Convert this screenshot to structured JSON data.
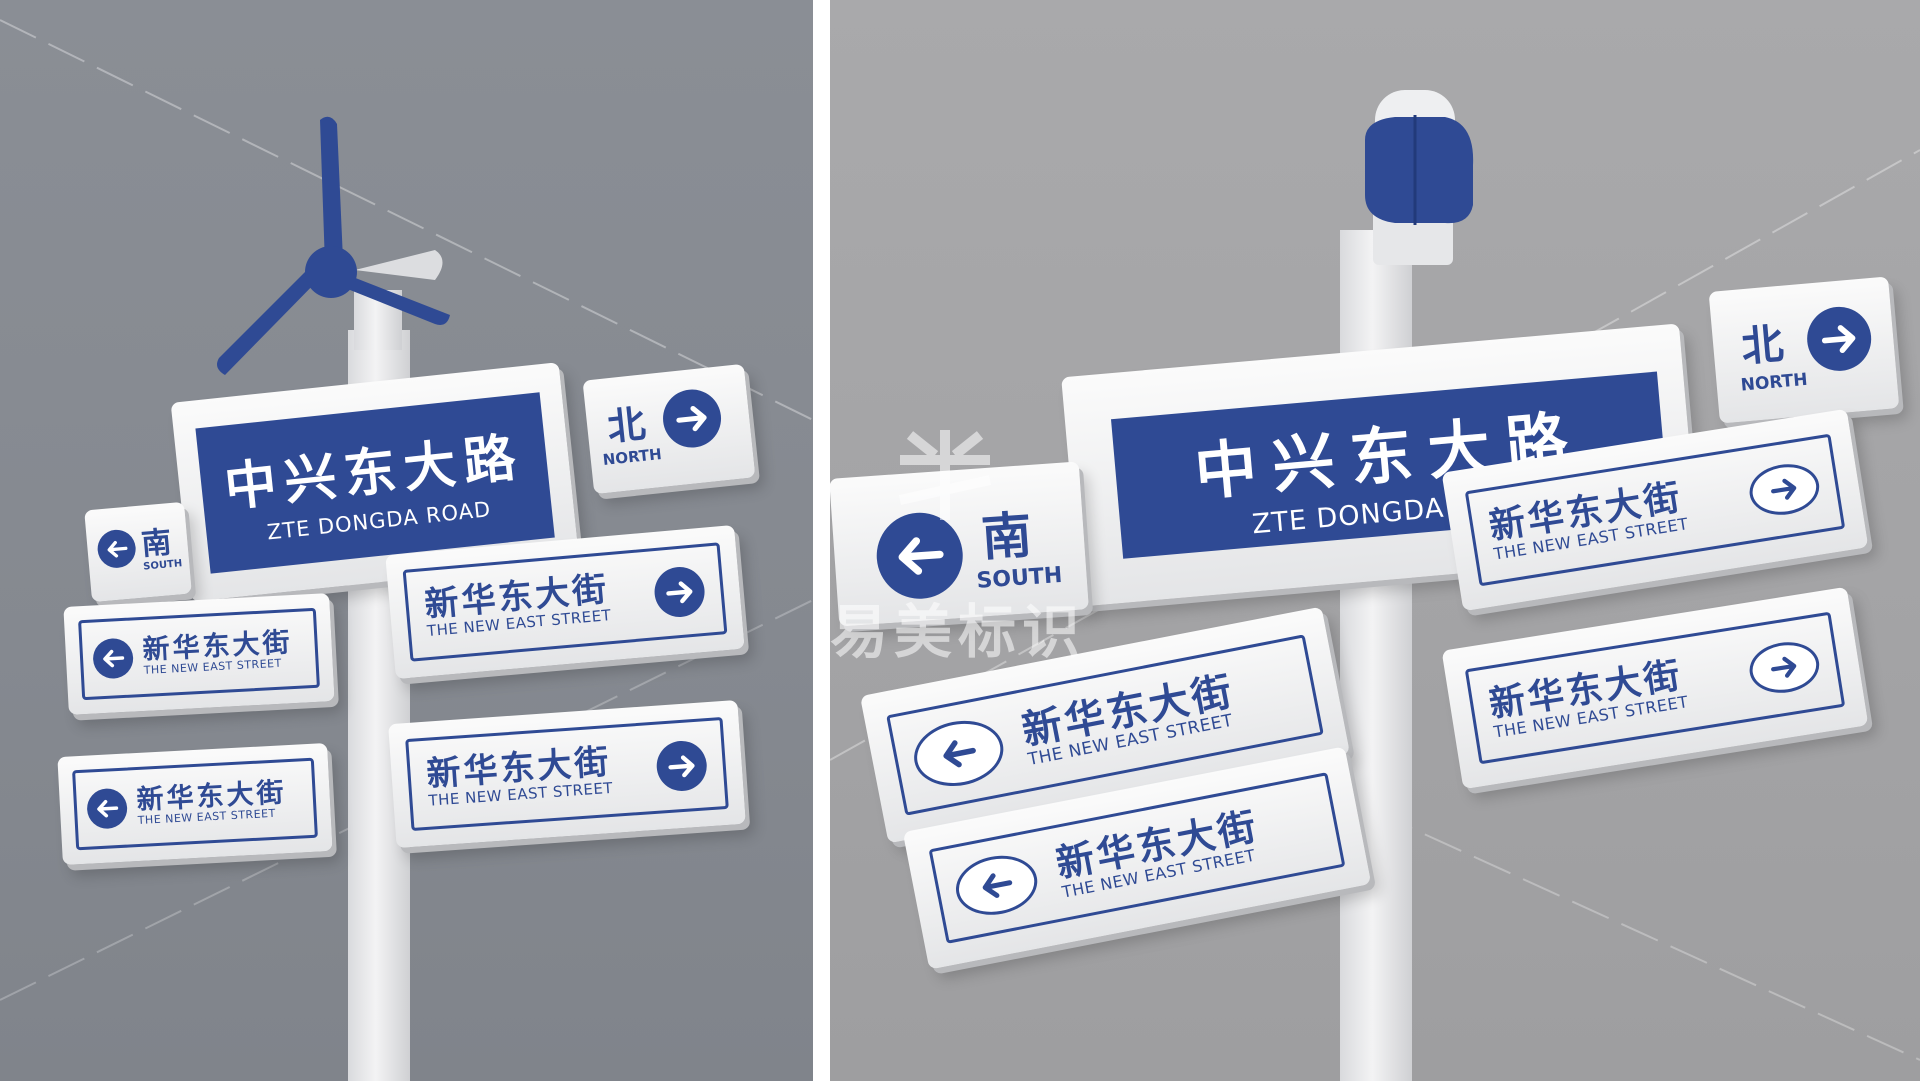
{
  "signs": {
    "main_cn": "中兴东大路",
    "main_en": "ZTE DONGDA ROAD",
    "south_cn": "南",
    "south_en": "SOUTH",
    "north_cn": "北",
    "north_en": "NORTH",
    "street_cn": "新华东大街",
    "street_en": "THE NEW EAST STREET"
  },
  "watermark": {
    "text": "易美标识"
  },
  "colors": {
    "sign_blue": "#2f4a94",
    "sign_white": "#f4f4f5",
    "left_background": "#878b92",
    "right_background": "#a6a6a8"
  },
  "icons": [
    "wind-turbine-icon",
    "arrow-left-icon",
    "arrow-right-icon",
    "pole-cap-icon"
  ]
}
